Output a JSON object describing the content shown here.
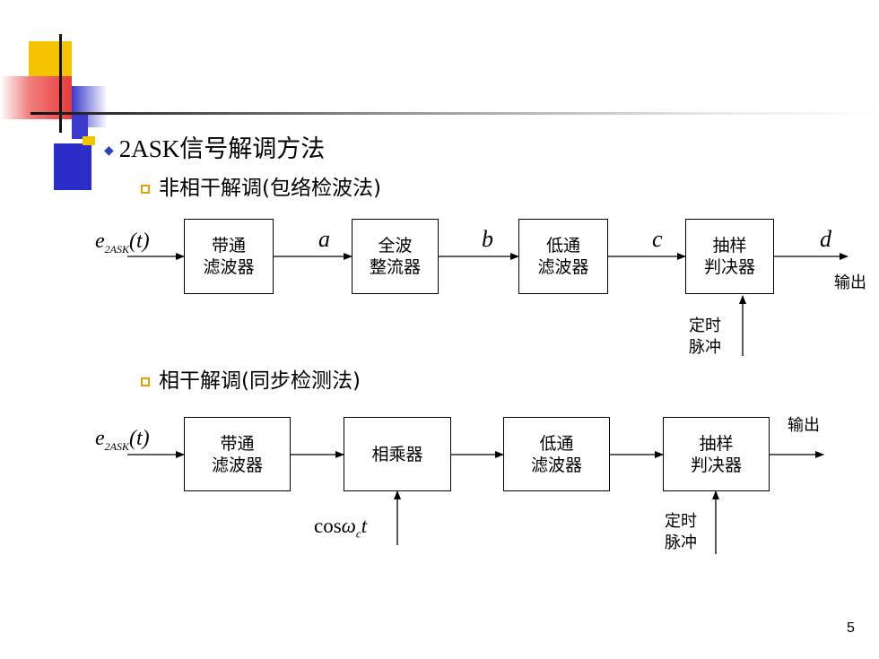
{
  "slide": {
    "title_prefix": "2ASK",
    "title_rest": "信号解调方法",
    "page_number": "5"
  },
  "section1": {
    "heading": "非相干解调(包络检波法)",
    "input_signal": "e2ASK(t)",
    "blocks": [
      "带通\n滤波器",
      "全波\n整流器",
      "低通\n滤波器",
      "抽样\n判决器"
    ],
    "signal_labels": [
      "a",
      "b",
      "c",
      "d"
    ],
    "output_label": "输出",
    "timing_label": "定时\n脉冲"
  },
  "section2": {
    "heading": "相干解调(同步检测法)",
    "input_signal": "e2ASK(t)",
    "blocks": [
      "带通\n滤波器",
      "相乘器",
      "低通\n滤波器",
      "抽样\n判决器"
    ],
    "carrier_label": "cosωct",
    "output_label": "输出",
    "timing_label": "定时\n脉冲"
  }
}
